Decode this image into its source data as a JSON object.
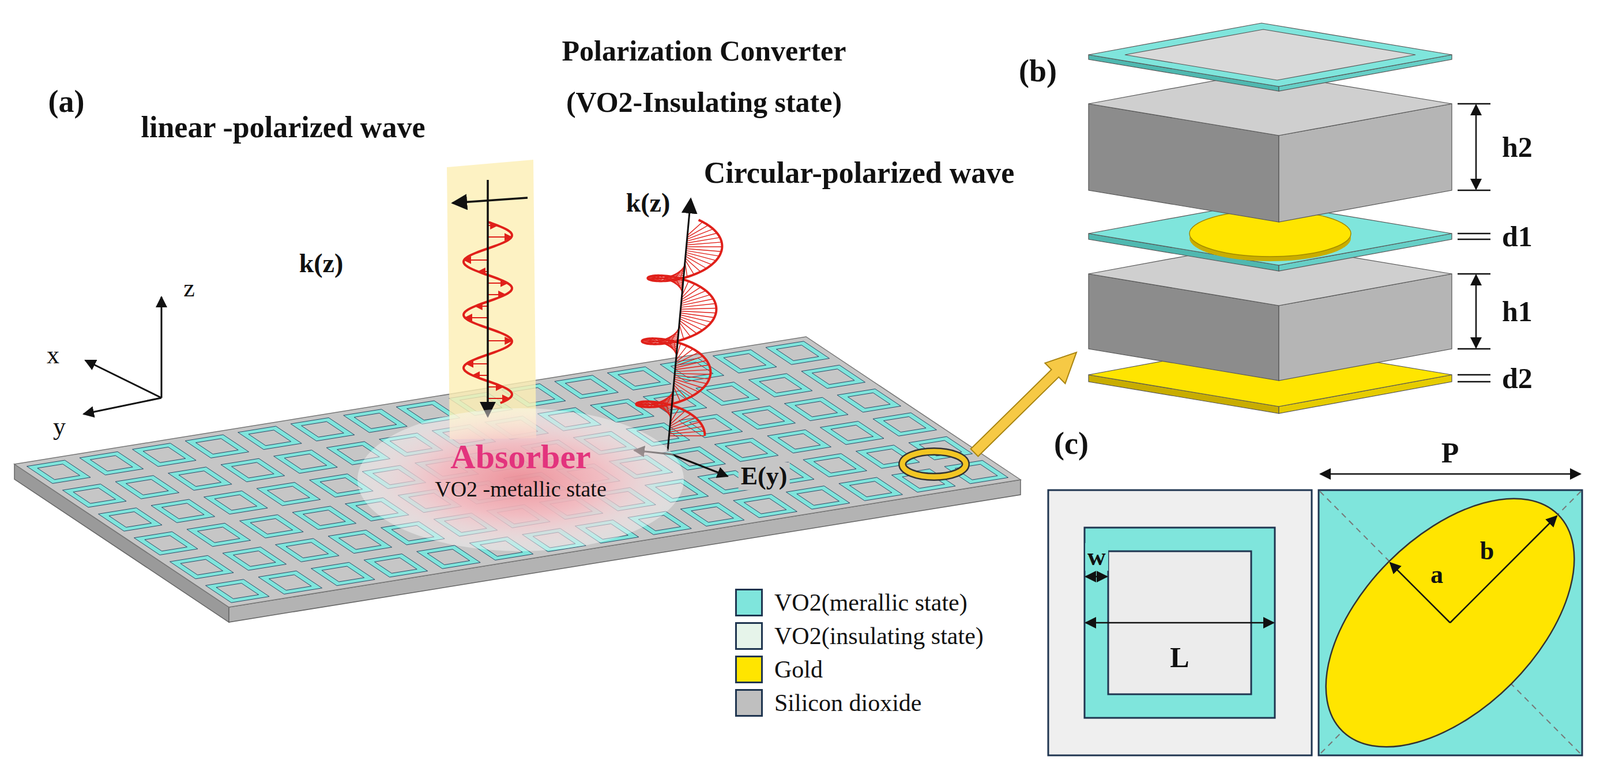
{
  "diagram": {
    "nodes": [
      {
        "text": [
          "Absorber",
          "VO2 -metallic state"
        ]
      }
    ],
    "labels": [
      "(a)",
      "Polarization Converter",
      "(VO2-Insulating state)",
      "linear -polarized wave",
      "k(z)",
      "Circular-polarized wave",
      "k(z)",
      "z",
      "x",
      "y",
      "E(y)",
      "(b)",
      "h2",
      "d1",
      "h1",
      "d2",
      "(c)",
      "w",
      "L",
      "P",
      "a",
      "b"
    ],
    "legend": [
      {
        "text": "VO2(merallic state)",
        "color": "#7fe5dc"
      },
      {
        "text": "VO2(insulating state)",
        "color": "#e6f4ea"
      },
      {
        "text": "Gold",
        "color": "#ffe500"
      },
      {
        "text": "Silicon dioxide",
        "color": "#bfbfbf"
      }
    ]
  }
}
